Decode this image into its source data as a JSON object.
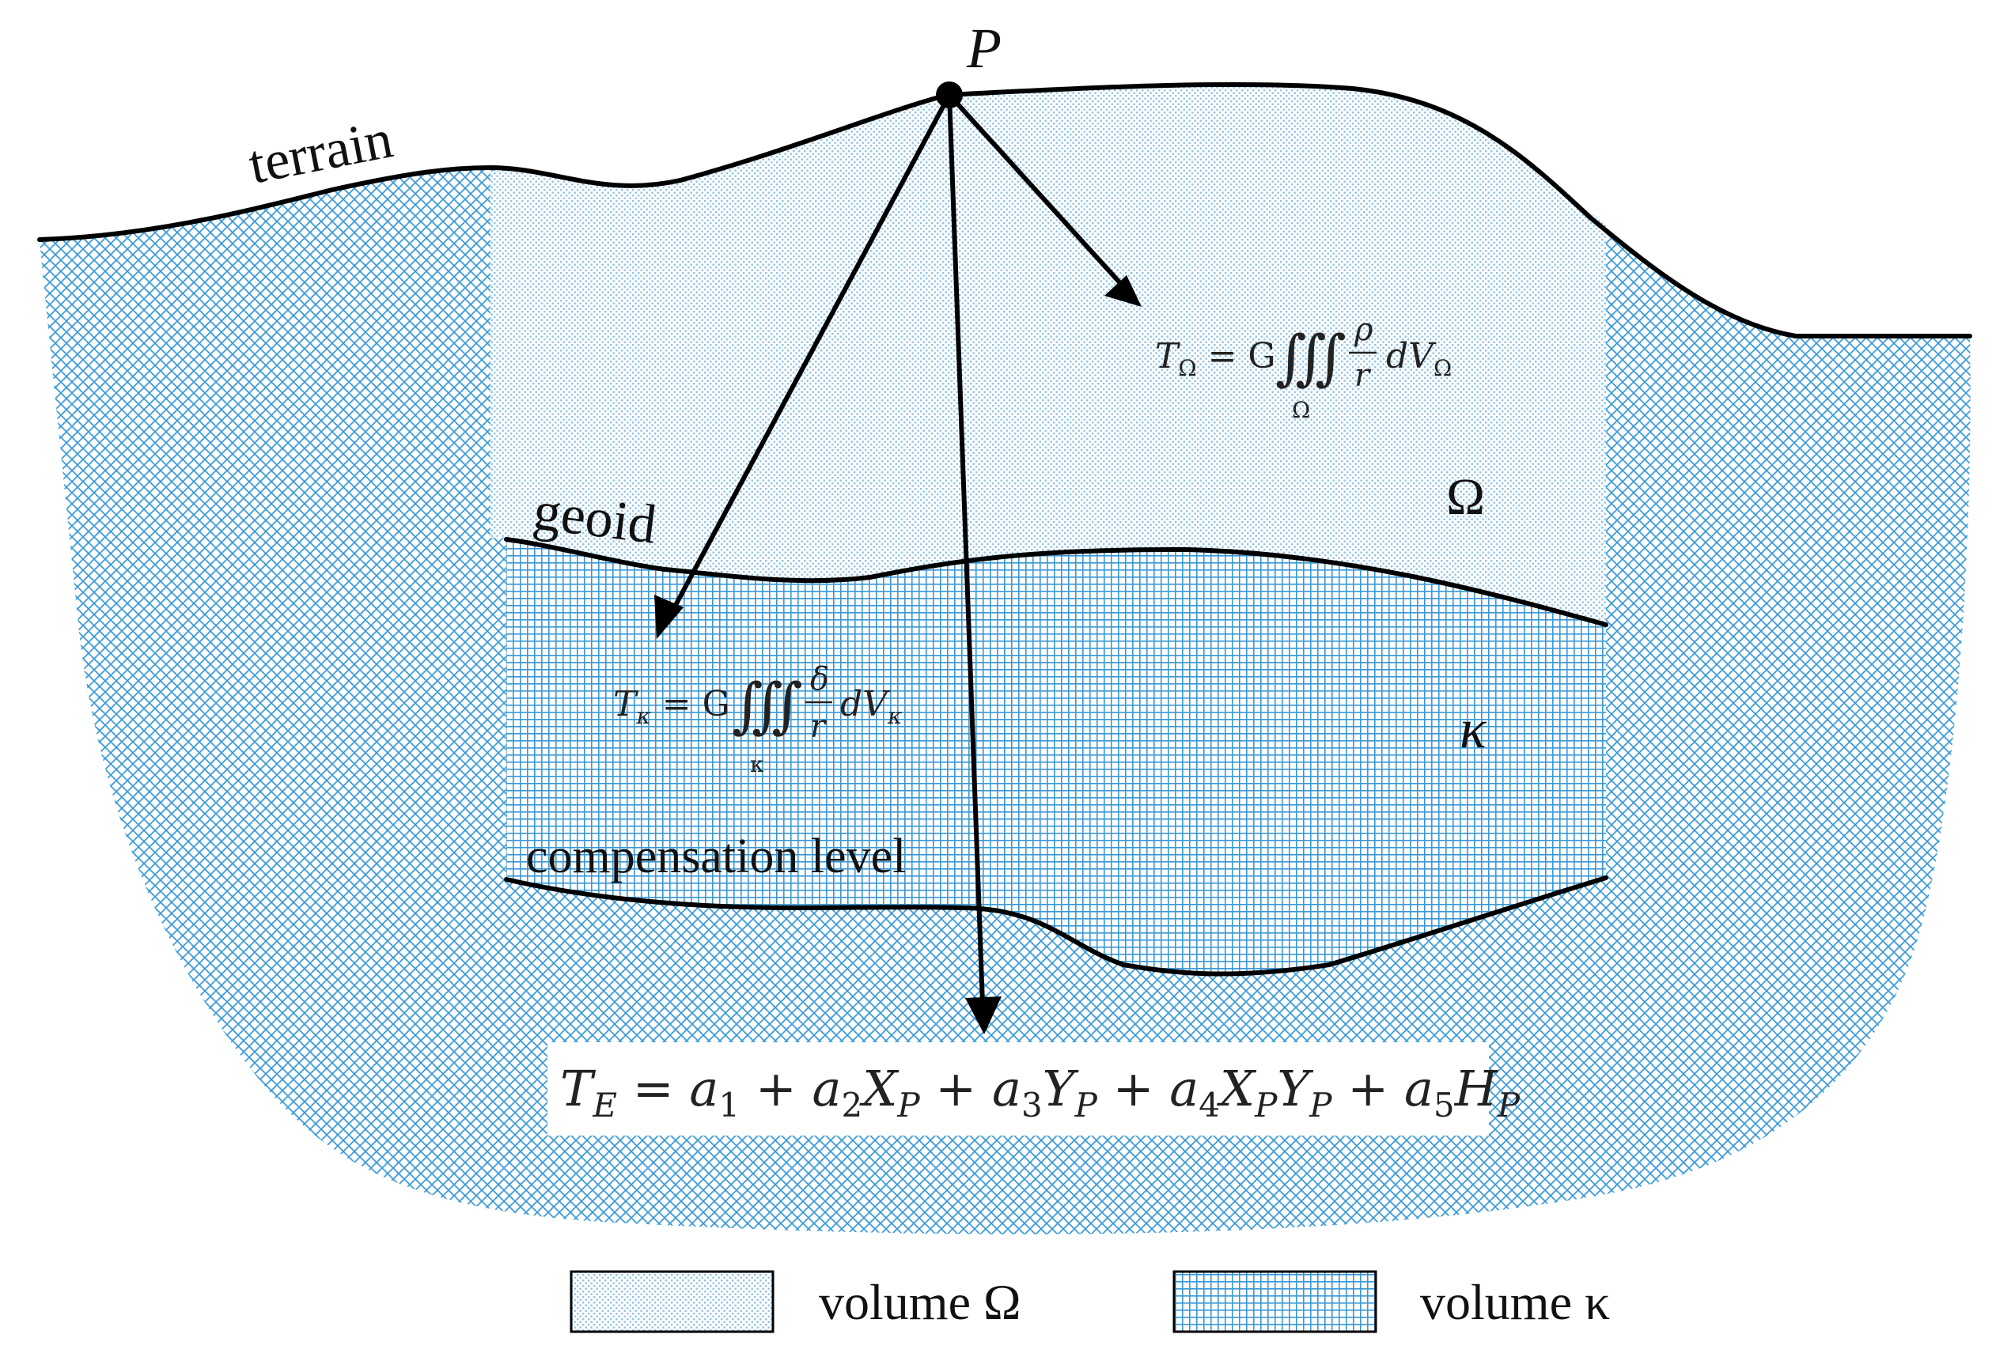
{
  "point_label": "P",
  "labels": {
    "terrain": "terrain",
    "geoid": "geoid",
    "compensation_level": "compensation level",
    "omega": "Ω",
    "kappa": "κ"
  },
  "formulas": {
    "t_omega": {
      "lhs": "T",
      "lhs_sub": "Ω",
      "eq": "= G",
      "integral": "∭",
      "domain": "Ω",
      "numerator": "ρ",
      "denominator": "r",
      "dv": "dV",
      "dv_sub": "Ω"
    },
    "t_kappa": {
      "lhs": "T",
      "lhs_sub": "κ",
      "eq": "= G",
      "integral": "∭",
      "domain": "κ",
      "numerator": "δ",
      "denominator": "r",
      "dv": "dV",
      "dv_sub": "κ"
    },
    "t_e": {
      "T": "T",
      "E": "E",
      "eq": " = ",
      "a": "a",
      "plus": " + ",
      "X": "X",
      "Y": "Y",
      "H": "H",
      "P": "P",
      "n1": "1",
      "n2": "2",
      "n3": "3",
      "n4": "4",
      "n5": "5"
    }
  },
  "legend": {
    "omega_label": "volume Ω",
    "kappa_label": "volume κ"
  },
  "colors": {
    "pattern_blue": "#2f8fd0",
    "outline": "#000000"
  }
}
